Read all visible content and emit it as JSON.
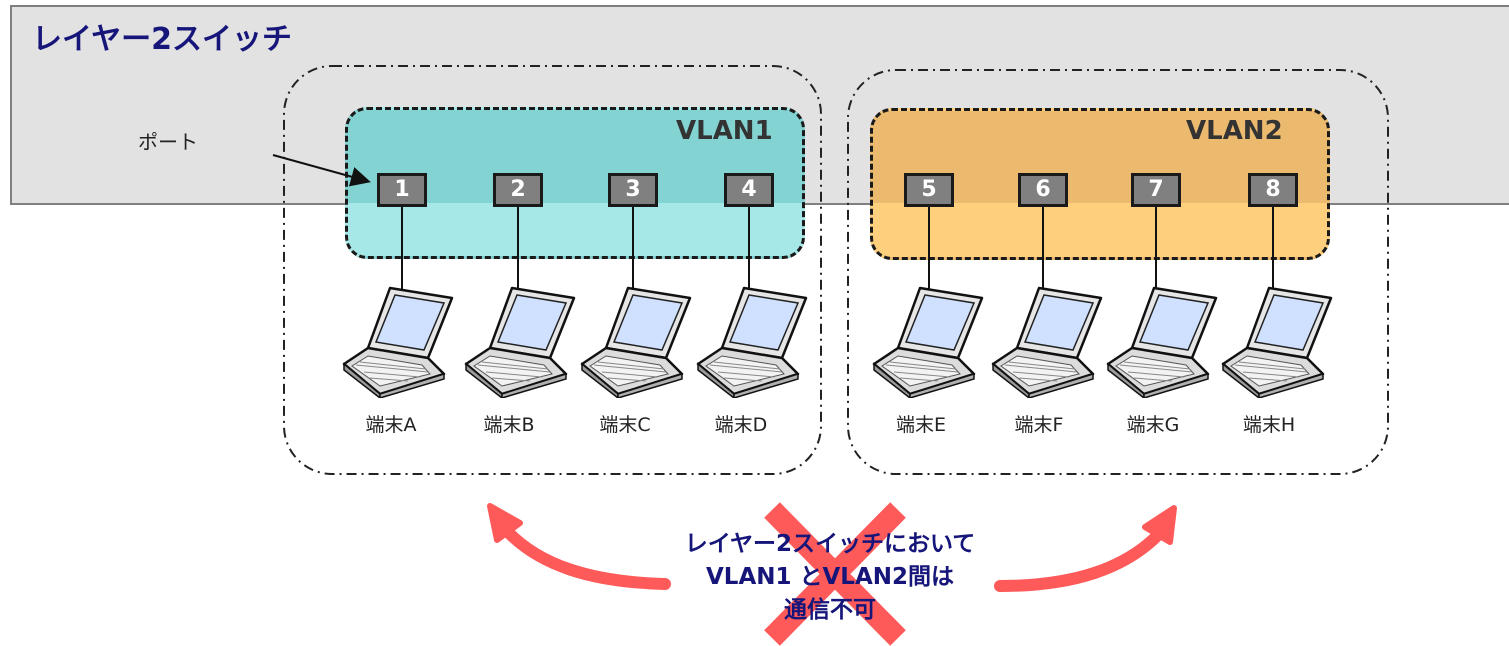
{
  "switch": {
    "title": "レイヤー2スイッチ",
    "port_label": "ポート"
  },
  "vlans": [
    {
      "name": "VLAN1",
      "color": "#7ad8d8"
    },
    {
      "name": "VLAN2",
      "color": "#f7c068"
    }
  ],
  "ports": [
    "1",
    "2",
    "3",
    "4",
    "5",
    "6",
    "7",
    "8"
  ],
  "terminals": [
    "端末A",
    "端末B",
    "端末C",
    "端末D",
    "端末E",
    "端末F",
    "端末G",
    "端末H"
  ],
  "note": {
    "line1": "レイヤー2スイッチにおいて",
    "line2": "VLAN1 とVLAN2間は",
    "line3": "通信不可"
  },
  "colors": {
    "arrow": "#ff5a5a",
    "cross": "#ff5a5a",
    "title": "#15157a"
  },
  "icons": {
    "laptop": "laptop-icon",
    "cross": "cross-mark-icon",
    "arrow": "curved-arrow-icon"
  }
}
